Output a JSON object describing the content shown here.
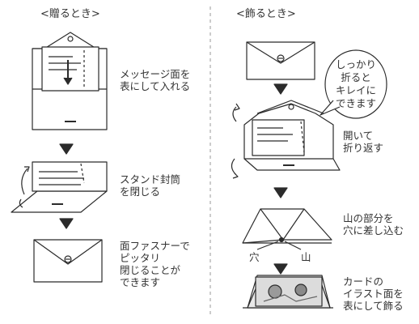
{
  "left": {
    "heading": "<贈るとき>",
    "steps": [
      {
        "lines": [
          "メッセージ面を",
          "表にして入れる"
        ]
      },
      {
        "lines": [
          "スタンド封筒",
          "を閉じる"
        ]
      },
      {
        "lines": [
          "面ファスナーで",
          "ピッタリ",
          "閉じることが",
          "できます"
        ]
      }
    ]
  },
  "right": {
    "heading": "<飾るとき>",
    "bubble": {
      "lines": [
        "しっかり",
        "折ると",
        "キレイに",
        "できます"
      ]
    },
    "steps": [
      {
        "lines": [
          "開いて",
          "折り返す"
        ]
      },
      {
        "lines": [
          "山の部分を",
          "穴に差し込む"
        ]
      },
      {
        "lines": [
          "カードの",
          "イラスト面を",
          "表にして飾る"
        ]
      }
    ],
    "labels": {
      "hole": "穴",
      "mountain": "山"
    }
  },
  "colors": {
    "line": "#2b2b2b",
    "text": "#333333",
    "divider": "#9a9a9a"
  }
}
